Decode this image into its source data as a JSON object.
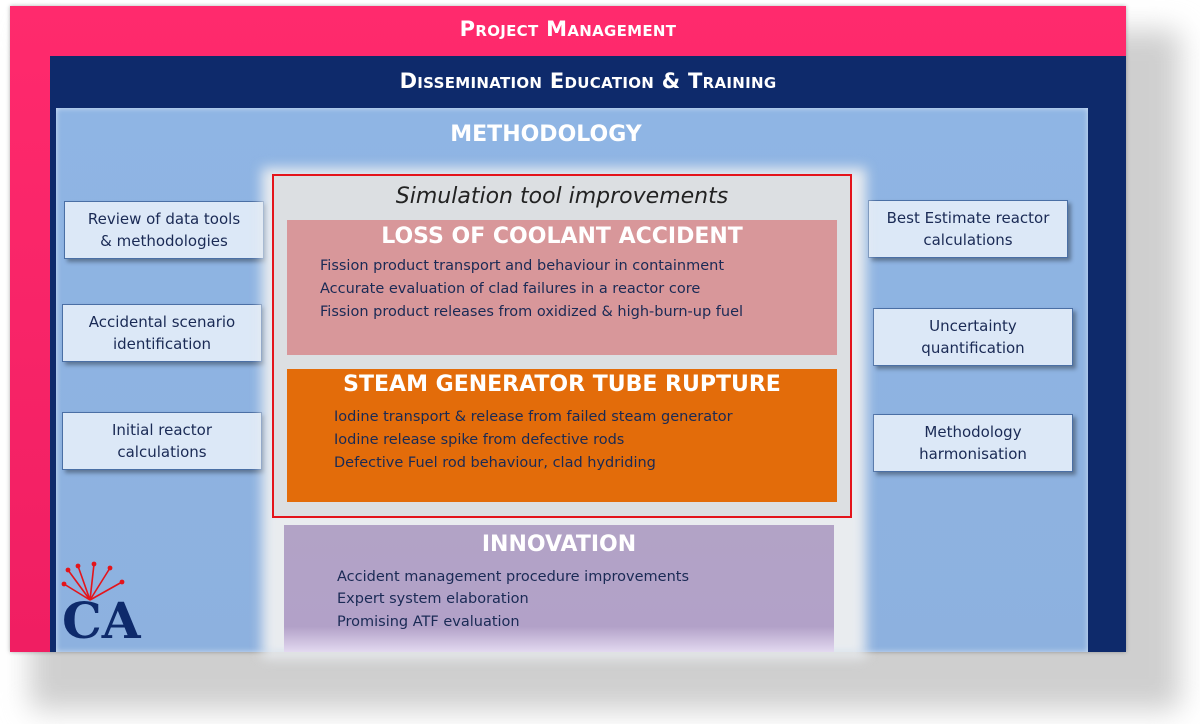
{
  "project_management": "Project Management",
  "dissemination": "Dissemination  Education & Training",
  "methodology": "METHODOLOGY",
  "left_boxes": [
    {
      "line1": "Review of data tools",
      "line2": "& methodologies"
    },
    {
      "line1": "Accidental scenario",
      "line2": "identification"
    },
    {
      "line1": "Initial reactor",
      "line2": "calculations"
    }
  ],
  "right_boxes": [
    {
      "line1": "Best Estimate reactor",
      "line2": "calculations"
    },
    {
      "line1": "Uncertainty",
      "line2": "quantification"
    },
    {
      "line1": "Methodology",
      "line2": "harmonisation"
    }
  ],
  "simulation": {
    "title": "Simulation tool improvements",
    "loca": {
      "title": "LOSS OF COOLANT ACCIDENT",
      "items": [
        "Fission product transport and behaviour in containment",
        "Accurate evaluation of clad failures in a reactor core",
        "Fission product releases from oxidized & high-burn-up fuel"
      ]
    },
    "sgtr": {
      "title": "STEAM GENERATOR TUBE RUPTURE",
      "items": [
        "Iodine transport & release from failed steam generator",
        "Iodine release spike from defective rods",
        "Defective Fuel rod behaviour, clad hydriding"
      ]
    }
  },
  "innovation": {
    "title": "INNOVATION",
    "items": [
      "Accident  management procedure improvements",
      "Expert system elaboration",
      "Promising ATF evaluation"
    ]
  },
  "logo": {
    "text": "CA",
    "color": "#0e2a6b",
    "accent": "#e4141b"
  }
}
